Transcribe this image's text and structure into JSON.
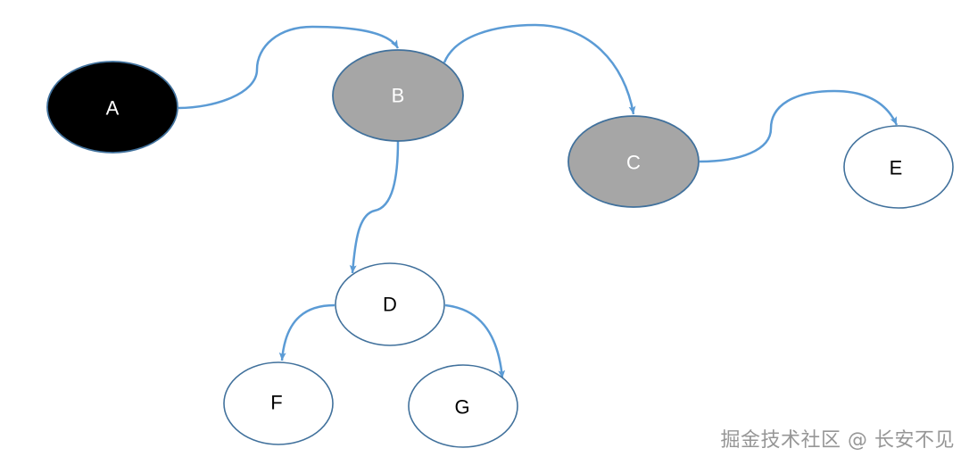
{
  "nodes": [
    {
      "id": "A",
      "label": "A",
      "fill": "#000000",
      "text_color": "#ffffff"
    },
    {
      "id": "B",
      "label": "B",
      "fill": "#a6a6a6",
      "text_color": "#ffffff"
    },
    {
      "id": "C",
      "label": "C",
      "fill": "#a6a6a6",
      "text_color": "#ffffff"
    },
    {
      "id": "D",
      "label": "D",
      "fill": "#ffffff",
      "text_color": "#000000"
    },
    {
      "id": "E",
      "label": "E",
      "fill": "#ffffff",
      "text_color": "#000000"
    },
    {
      "id": "F",
      "label": "F",
      "fill": "#ffffff",
      "text_color": "#000000"
    },
    {
      "id": "G",
      "label": "G",
      "fill": "#ffffff",
      "text_color": "#000000"
    }
  ],
  "edges": [
    {
      "from": "A",
      "to": "B"
    },
    {
      "from": "B",
      "to": "C"
    },
    {
      "from": "B",
      "to": "D"
    },
    {
      "from": "C",
      "to": "E"
    },
    {
      "from": "D",
      "to": "F"
    },
    {
      "from": "D",
      "to": "G"
    }
  ],
  "colors": {
    "node_stroke": "#41719c",
    "edge": "#5b9bd5"
  },
  "watermark": "掘金技术社区 @ 长安不见"
}
